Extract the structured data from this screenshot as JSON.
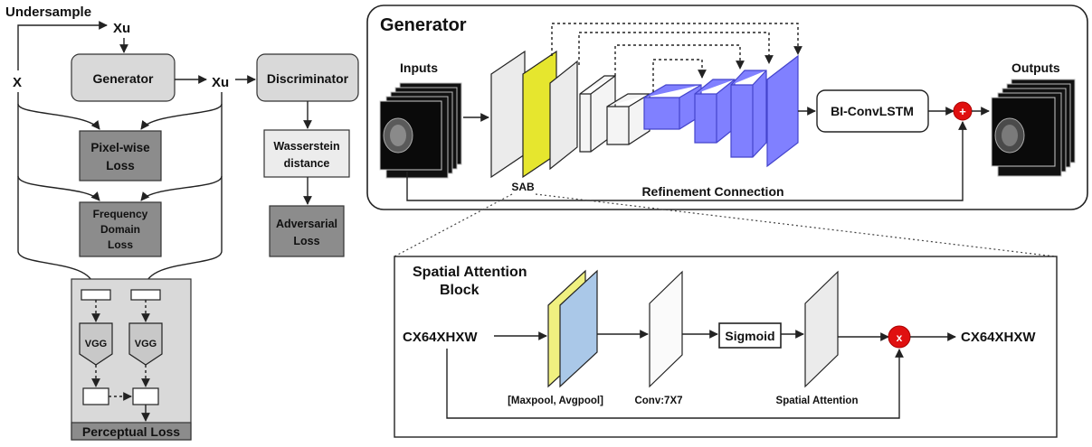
{
  "left": {
    "undersample": "Undersample",
    "x": "X",
    "xu_top": "Xu",
    "xu_mid": "Xu",
    "generator": "Generator",
    "discriminator": "Discriminator",
    "pixel_loss": [
      "Pixel-wise",
      "Loss"
    ],
    "freq_loss": [
      "Frequency",
      "Domain",
      "Loss"
    ],
    "wasserstein": [
      "Wasserstein",
      "distance"
    ],
    "adversarial": [
      "Adversarial",
      "Loss"
    ],
    "vgg": "VGG",
    "perceptual": "Perceptual Loss"
  },
  "generator_panel": {
    "title": "Generator",
    "inputs": "Inputs",
    "outputs": "Outputs",
    "sab": "SAB",
    "biconvlstm": "BI-ConvLSTM",
    "plus": "+",
    "refinement": "Refinement Connection"
  },
  "sab_panel": {
    "title": [
      "Spatial Attention",
      "Block"
    ],
    "input": "CX64XHXW",
    "output": "CX64XHXW",
    "pool": "[Maxpool, Avgpool]",
    "conv": "Conv:7X7",
    "sigmoid": "Sigmoid",
    "attention": "Spatial Attention",
    "mult": "x"
  },
  "colors": {
    "gray_box": "#d9d9d9",
    "dark_loss": "#8c8c8c",
    "yellow": "#e6e62e",
    "blue_block": "#8080ff",
    "red_op": "#e01010",
    "pool_blue": "#aac8e8",
    "pool_yellow": "#f0f080"
  }
}
